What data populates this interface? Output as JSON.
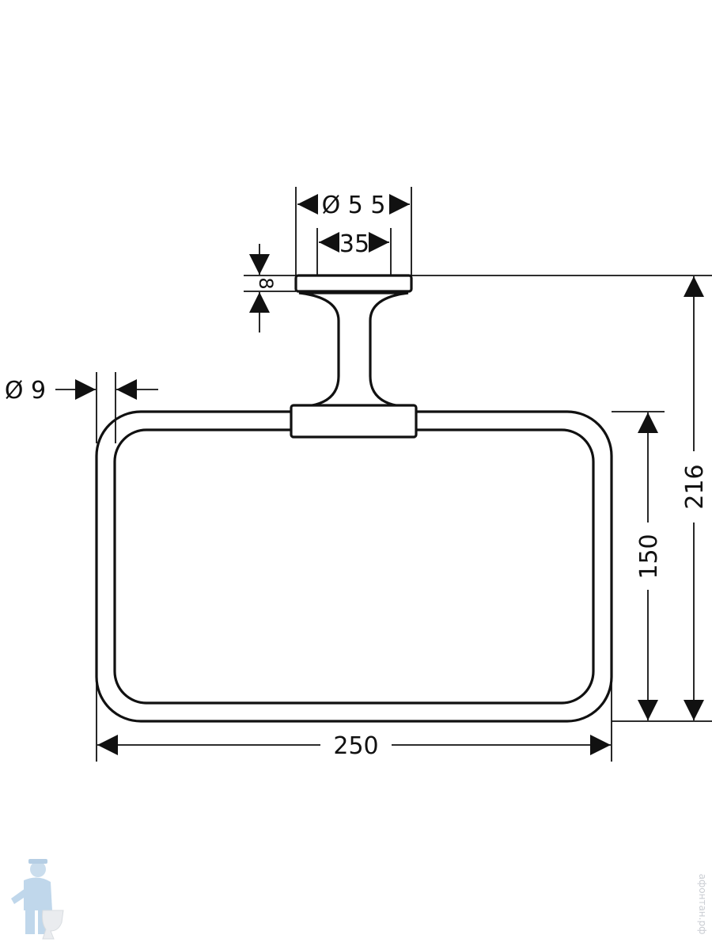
{
  "drawing": {
    "dimensions": {
      "flange_diameter": "Ø 5 5",
      "rosette_width": "35",
      "flange_thickness": "8",
      "rod_diameter": "Ø 9",
      "overall_width": "250",
      "ring_height": "150",
      "overall_height": "216"
    }
  },
  "watermark": {
    "site_text": "афонтан.рф",
    "logo_icon": "plumber-with-toilet-logo"
  },
  "colors": {
    "line": "#111111",
    "background": "#ffffff",
    "watermark": "#c9ccd2"
  }
}
